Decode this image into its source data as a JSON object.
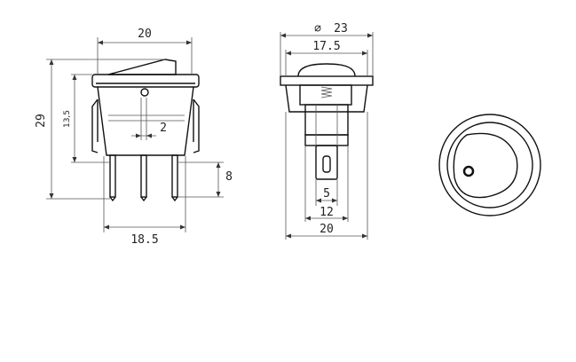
{
  "front_view": {
    "width_top": "20",
    "height_total": "29",
    "height_body": "13,5",
    "pin_pitch": "2",
    "pin_length": "8",
    "width_bottom": "18.5"
  },
  "side_view": {
    "diameter": "23",
    "diameter_symbol": "⌀",
    "inner_width": "17.5",
    "terminal_width": "5",
    "lug_width": "12",
    "base_width": "20"
  },
  "colors": {
    "line": "#111111",
    "dimension_line": "#555555",
    "background": "#ffffff"
  }
}
